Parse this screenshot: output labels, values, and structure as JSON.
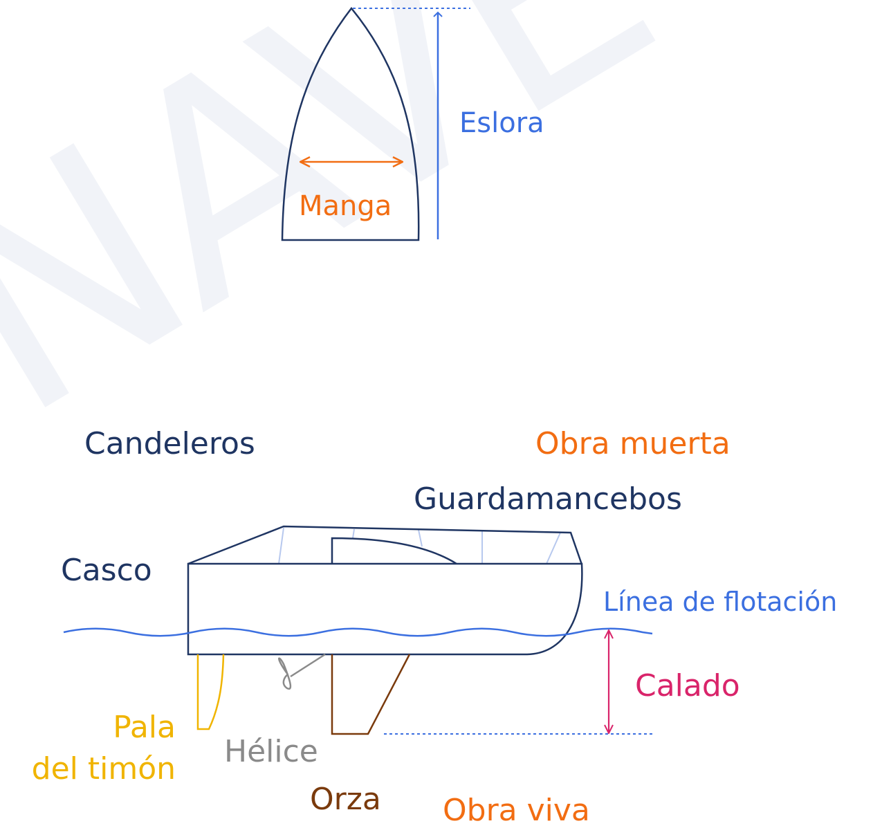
{
  "watermark": "NAVEGA",
  "top_view": {
    "eslora_label": "Eslora",
    "manga_label": "Manga"
  },
  "side_view": {
    "candeleros_label": "Candeleros",
    "obra_muerta_label": "Obra muerta",
    "guardamancebos_label": "Guardamancebos",
    "casco_label": "Casco",
    "linea_flotacion_label": "Línea de flotación",
    "calado_label": "Calado",
    "pala_label_line1": "Pala",
    "pala_label_line2": "del timón",
    "helice_label": "Hélice",
    "orza_label": "Orza",
    "obra_viva_label": "Obra viva"
  },
  "colors": {
    "navy": "#1f3562",
    "blue": "#3b6fe0",
    "orange": "#f26d12",
    "magenta": "#d9246a",
    "yellow": "#f0b400",
    "gray": "#8a8a8a",
    "brown": "#7a3a0c",
    "light_blue": "#b7c8ee",
    "watermark": "#f1f3f8"
  }
}
